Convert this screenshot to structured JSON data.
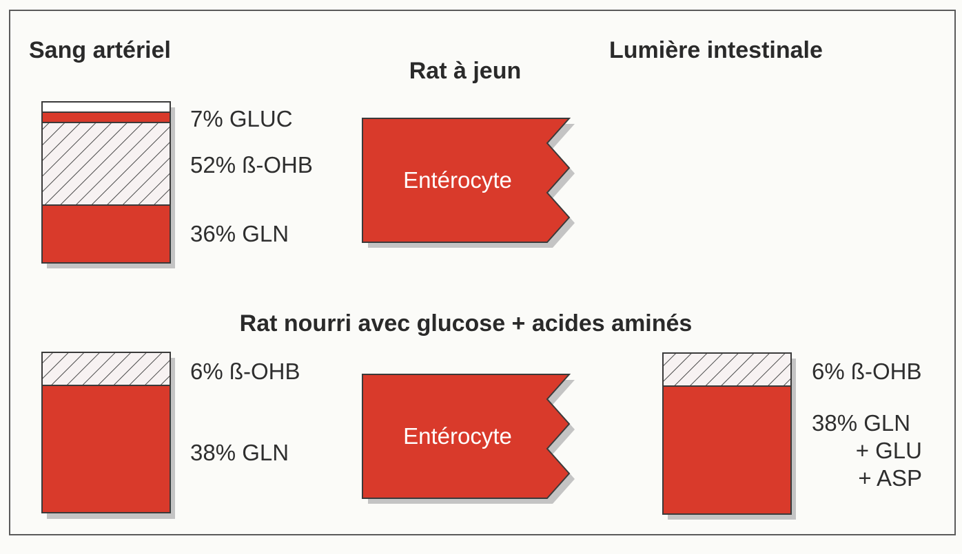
{
  "headings": {
    "left": "Sang artériel",
    "right": "Lumière intestinale",
    "fasted": "Rat à jeun",
    "fed": "Rat nourri avec glucose + acides aminés"
  },
  "fasted": {
    "blood": {
      "segments": [
        {
          "id": "gluc",
          "percent": 7,
          "label": "7% GLUC",
          "fill": "red"
        },
        {
          "id": "ohb",
          "percent": 52,
          "label": "52% ß-OHB",
          "fill": "hatch"
        },
        {
          "id": "gln",
          "percent": 36,
          "label": "36% GLN",
          "fill": "red"
        }
      ]
    },
    "cell_label": "Entérocyte"
  },
  "fed": {
    "blood": {
      "segments": [
        {
          "id": "ohb",
          "percent": 6,
          "label": "6% ß-OHB",
          "fill": "hatch"
        },
        {
          "id": "gln",
          "percent": 38,
          "label": "38% GLN",
          "fill": "red"
        }
      ]
    },
    "cell_label": "Entérocyte",
    "lumen": {
      "segments": [
        {
          "id": "ohb",
          "percent": 6,
          "label": "6% ß-OHB",
          "fill": "hatch"
        },
        {
          "id": "gln",
          "percent": 38,
          "label_lines": [
            "38% GLN",
            "+ GLU",
            "+ ASP"
          ],
          "fill": "red"
        }
      ]
    }
  },
  "colors": {
    "red": "#d93a2b",
    "hatch_bg": "#f7f2f2",
    "hatch_line": "#4a4a4a",
    "stroke": "#3a3a3a",
    "shadow": "#c4c4c4",
    "background": "#fbfbf8"
  }
}
